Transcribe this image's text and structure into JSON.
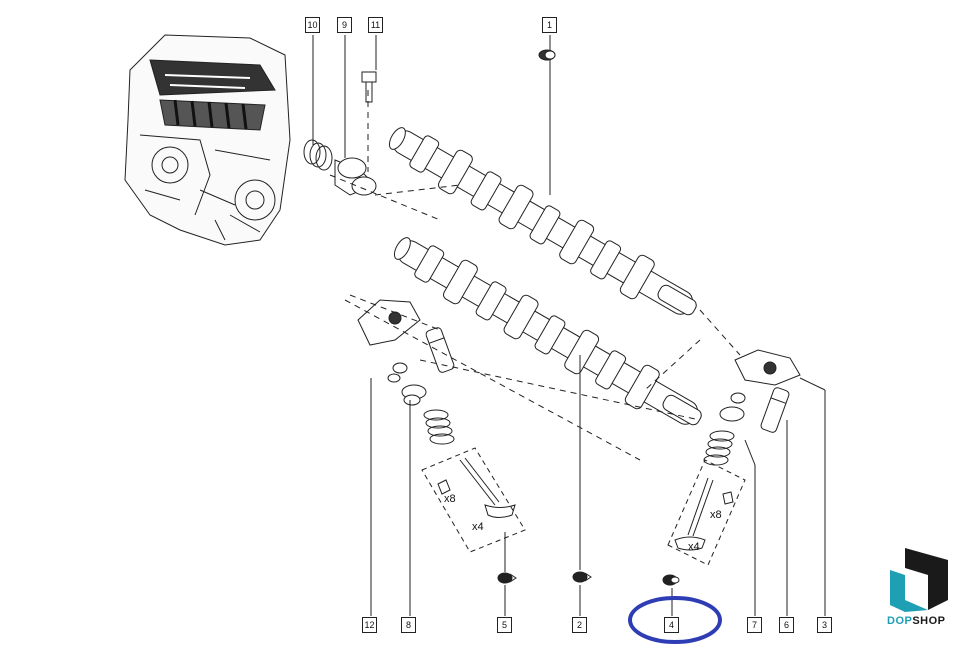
{
  "diagram": {
    "callouts": [
      {
        "id": "c10",
        "label": "10"
      },
      {
        "id": "c9",
        "label": "9"
      },
      {
        "id": "c11",
        "label": "11"
      },
      {
        "id": "c1",
        "label": "1"
      },
      {
        "id": "c12",
        "label": "12"
      },
      {
        "id": "c8",
        "label": "8"
      },
      {
        "id": "c5",
        "label": "5"
      },
      {
        "id": "c2",
        "label": "2"
      },
      {
        "id": "c4",
        "label": "4"
      },
      {
        "id": "c7",
        "label": "7"
      },
      {
        "id": "c6",
        "label": "6"
      },
      {
        "id": "c3",
        "label": "3"
      }
    ],
    "quantities": {
      "left_x8": "x8",
      "left_x4": "x4",
      "right_x8": "x8",
      "right_x4": "x4"
    },
    "highlight_color": "#2f3db5"
  },
  "logo": {
    "part1": "DOP",
    "part2": "SHOP",
    "color_teal": "#1f9fb4",
    "color_dark": "#1a1a1a"
  }
}
